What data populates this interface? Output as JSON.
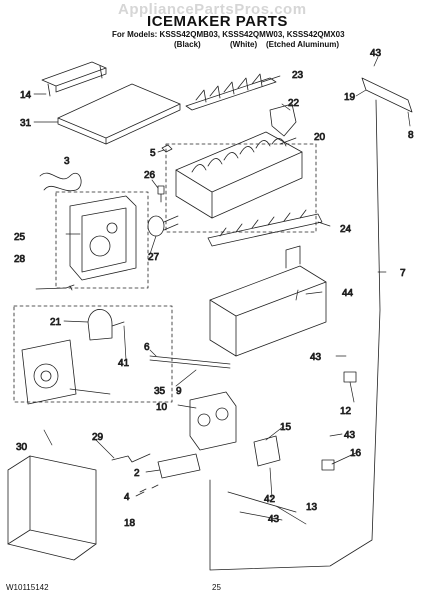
{
  "watermark": "AppliancePartsPros.com",
  "header": {
    "title": "ICEMAKER PARTS",
    "models_line": "For Models: KSSS42QMB03, KSSS42QMW03, KSSS42QMX03",
    "finishes": [
      "(Black)",
      "(White)",
      "(Etched Aluminum)"
    ]
  },
  "callouts": [
    "43",
    "14",
    "23",
    "31",
    "19",
    "8",
    "22",
    "3",
    "5",
    "20",
    "26",
    "25",
    "24",
    "28",
    "27",
    "7",
    "44",
    "21",
    "41",
    "6",
    "43",
    "9",
    "35",
    "12",
    "10",
    "43",
    "29",
    "15",
    "30",
    "16",
    "2",
    "42",
    "4",
    "18",
    "13",
    "43"
  ],
  "footer": {
    "doc_number": "W10115142",
    "page_number": "25"
  }
}
